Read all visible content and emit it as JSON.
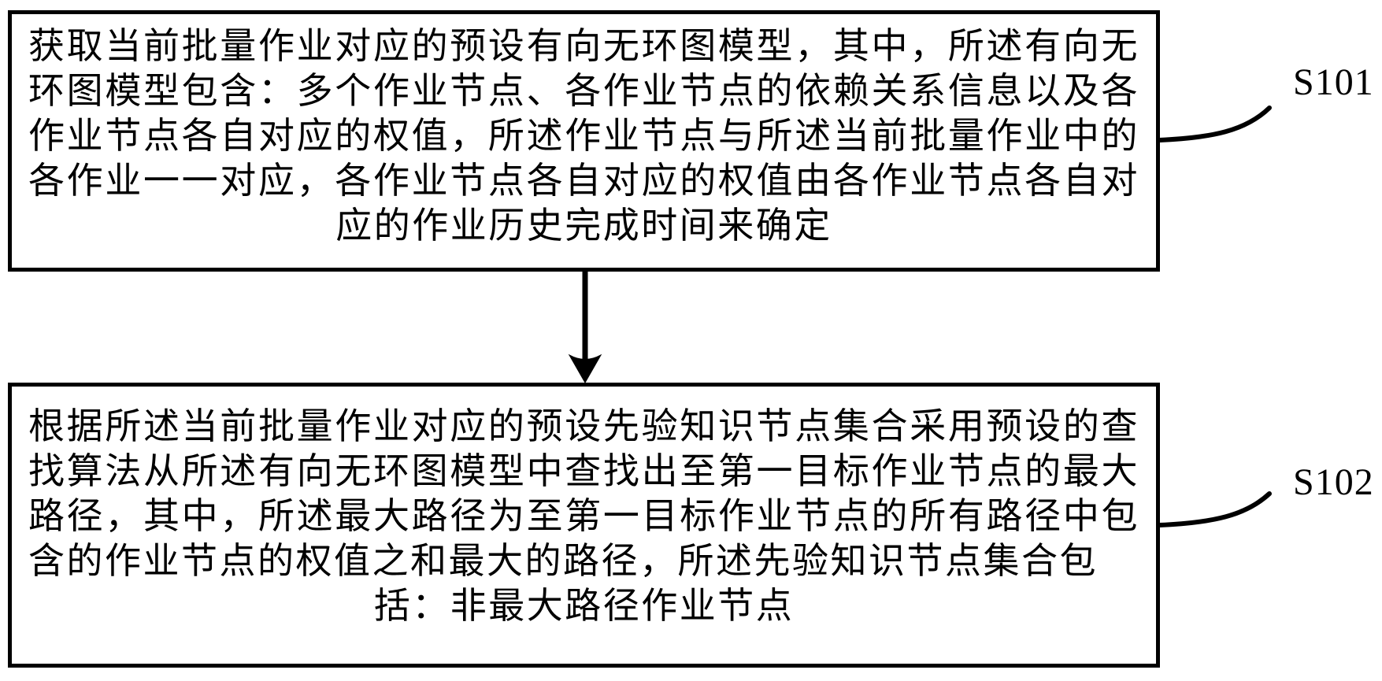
{
  "fig": {
    "background_color": "#ffffff",
    "ink_color": "#000000",
    "connector": {
      "type": "down-arrow",
      "from_step": "S101",
      "to_step": "S102"
    },
    "steps": [
      {
        "label": "S101",
        "lines": [
          "获取当前批量作业对应的预设有向无环图模型，其中，所述有向无",
          "环图模型包含：多个作业节点、各作业节点的依赖关系信息以及各",
          "作业节点各自对应的权值，所述作业节点与所述当前批量作业中的",
          "各作业一一对应，各作业节点各自对应的权值由各作业节点各自对",
          "应的作业历史完成时间来确定"
        ]
      },
      {
        "label": "S102",
        "lines": [
          "根据所述当前批量作业对应的预设先验知识节点集合采用预设的查",
          "找算法从所述有向无环图模型中查找出至第一目标作业节点的最大",
          "路径，其中，所述最大路径为至第一目标作业节点的所有路径中包",
          "含的作业节点的权值之和最大的路径，所述先验知识节点集合包",
          "括：非最大路径作业节点"
        ]
      }
    ]
  }
}
